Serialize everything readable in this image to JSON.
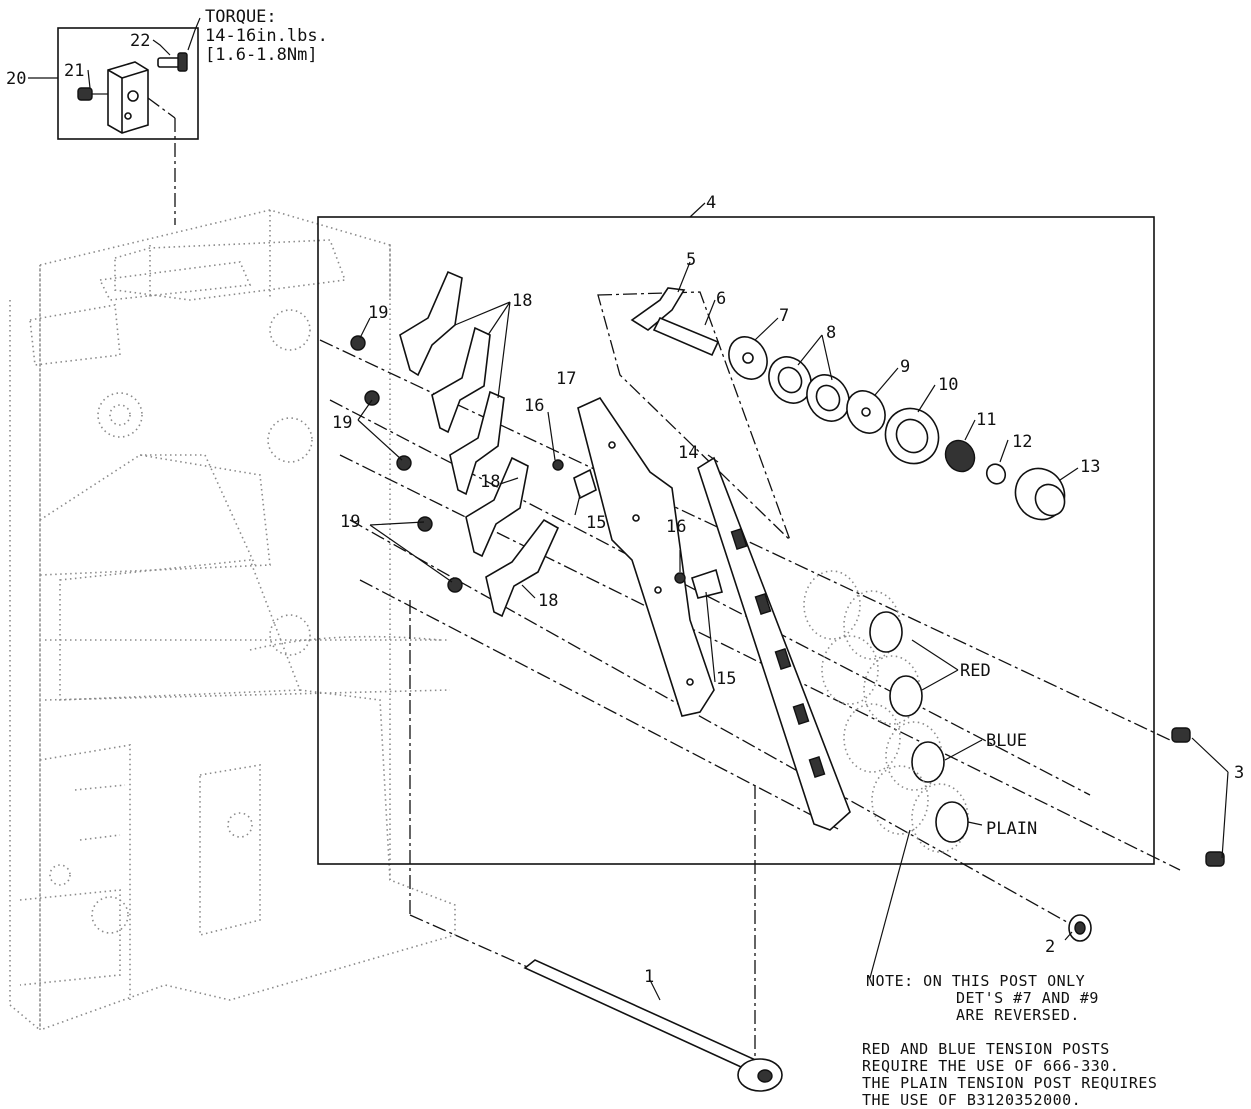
{
  "torque": {
    "line1": "TORQUE:",
    "line2": "14-16in.lbs.",
    "line3": "[1.6-1.8Nm]"
  },
  "callouts": {
    "c1": "1",
    "c2": "2",
    "c3": "3",
    "c4": "4",
    "c5": "5",
    "c6": "6",
    "c7": "7",
    "c8": "8",
    "c9": "9",
    "c10": "10",
    "c11": "11",
    "c12": "12",
    "c13": "13",
    "c14": "14",
    "c15a": "15",
    "c15b": "15",
    "c16a": "16",
    "c16b": "16",
    "c17": "17",
    "c18a": "18",
    "c18b": "18",
    "c18c": "18",
    "c19a": "19",
    "c19b": "19",
    "c19c": "19",
    "c20": "20",
    "c21": "21",
    "c22": "22"
  },
  "posts": {
    "red": "RED",
    "blue": "BLUE",
    "plain": "PLAIN"
  },
  "note1": {
    "line1": "NOTE: ON THIS POST ONLY",
    "line2": "DET'S #7 AND #9",
    "line3": "ARE REVERSED."
  },
  "note2": {
    "line1": "RED AND BLUE TENSION POSTS",
    "line2": "REQUIRE THE USE OF 666-330.",
    "line3": "THE PLAIN TENSION POST REQUIRES",
    "line4": "THE USE OF B3120352000."
  }
}
